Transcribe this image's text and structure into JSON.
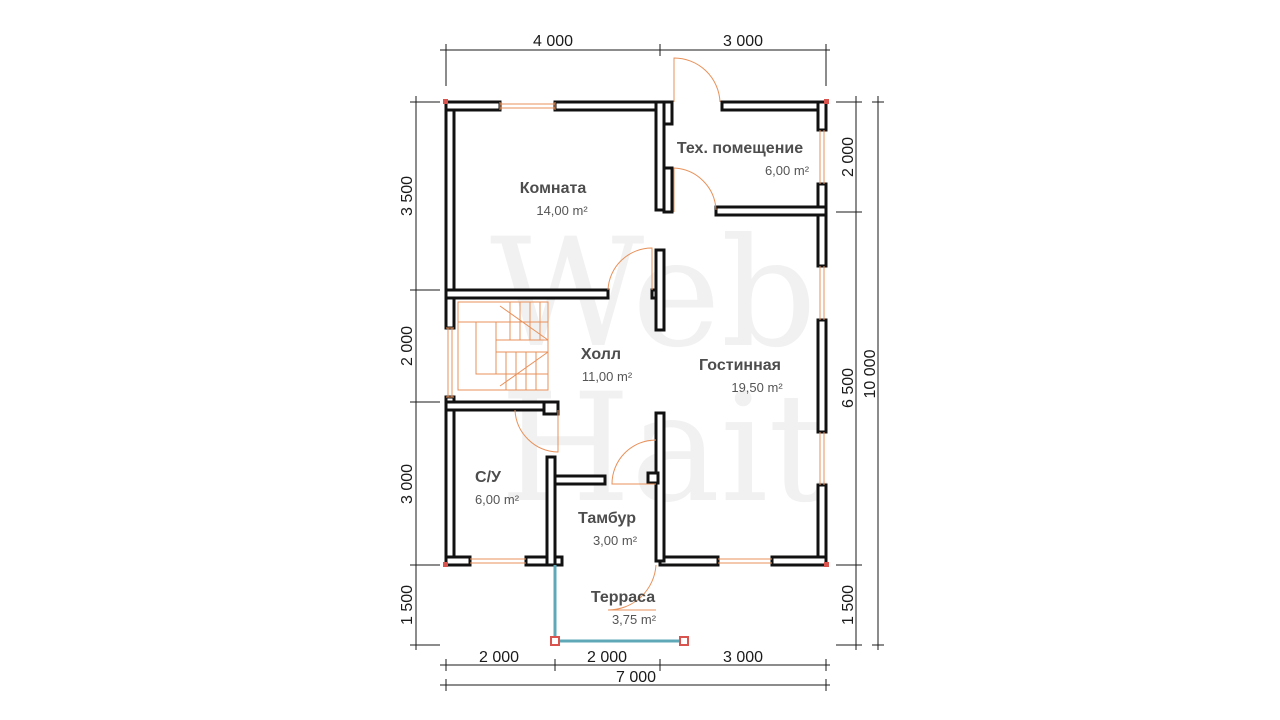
{
  "colors": {
    "wall": "#111111",
    "wall_fill": "#ffffff",
    "door": "#e8915a",
    "window": "#e8915a",
    "stair": "#e8915a",
    "column": "#d9534f",
    "railing": "#5fa8b8",
    "dimension": "#1a1a1a",
    "watermark": "#f1f1f1"
  },
  "watermark": {
    "line1": "Web",
    "line2": "Hait"
  },
  "dimensions": {
    "top": [
      "4 000",
      "3 000"
    ],
    "bottom_segments": [
      "2 000",
      "2 000",
      "3 000"
    ],
    "bottom_total": "7 000",
    "left": [
      "3 500",
      "2 000",
      "3 000",
      "1 500"
    ],
    "right": [
      "2 000",
      "6 500",
      "1 500"
    ],
    "right_total": "10 000"
  },
  "rooms": [
    {
      "name": "Комната",
      "area": "14,00 m²"
    },
    {
      "name": "Тех. помещение",
      "area": "6,00 m²"
    },
    {
      "name": "Холл",
      "area": "11,00 m²"
    },
    {
      "name": "Гостинная",
      "area": "19,50 m²"
    },
    {
      "name": "С/У",
      "area": "6,00 m²"
    },
    {
      "name": "Тамбур",
      "area": "3,00 m²"
    },
    {
      "name": "Терраса",
      "area": "3,75 m²"
    }
  ]
}
